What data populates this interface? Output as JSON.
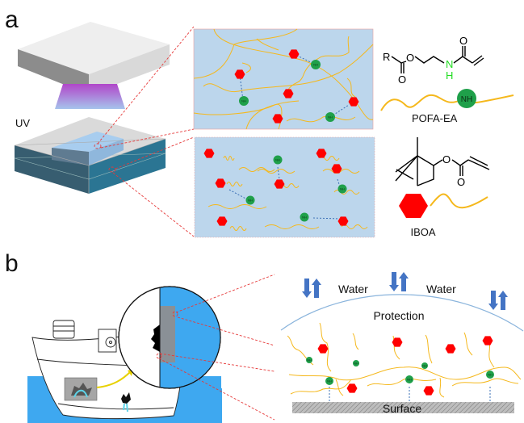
{
  "panels": {
    "a": {
      "label": "a",
      "uv_label": "UV",
      "monomers": [
        {
          "name": "POFA-EA",
          "structure_atoms": {
            "r": "R",
            "o1": "O",
            "o2": "O",
            "o3": "O",
            "n": "N",
            "h": "H"
          },
          "bead_label": "NH",
          "bead_color": "#1fa04a"
        },
        {
          "name": "IBOA",
          "structure_atoms": {
            "o1": "O",
            "o2": "O"
          },
          "bead_color": "#ff0000"
        }
      ],
      "zoom_boxes": [
        {
          "name": "crosslinked-network",
          "description": "polymer network with hydrogen bonds"
        },
        {
          "name": "free-chains",
          "description": "separate chains with NH and hexagon groups"
        }
      ],
      "nh_bead_label": "NH"
    },
    "b": {
      "label": "b",
      "labels": {
        "water_left": "Water",
        "water_right": "Water",
        "protection": "Protection",
        "surface": "Surface"
      }
    }
  },
  "colors": {
    "chain": "#f5b81c",
    "hexagon": "#ff0000",
    "nh_bead": "#1fa04a",
    "hbond": "#3a6fb5",
    "zoom_line": "#e63a3a",
    "panel_bg": "#bcd6ec",
    "sea": "#3ea8f0",
    "arrow": "#4474c4",
    "nh_highlight": "#22dd22"
  }
}
